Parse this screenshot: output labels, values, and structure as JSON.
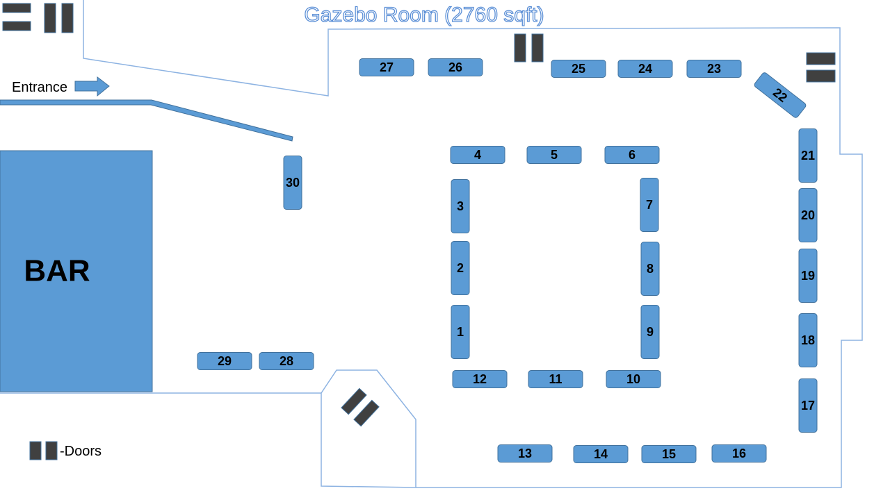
{
  "title": "Gazebo Room (2760 sqft)",
  "entrance_label": "Entrance",
  "bar_label": "BAR",
  "legend": {
    "doors_label": "-Doors"
  },
  "tables": [
    "27",
    "26",
    "25",
    "24",
    "23",
    "22",
    "21",
    "20",
    "19",
    "18",
    "17",
    "16",
    "15",
    "14",
    "13",
    "12",
    "11",
    "10",
    "9",
    "8",
    "7",
    "6",
    "5",
    "4",
    "3",
    "2",
    "1",
    "30",
    "29",
    "28"
  ],
  "colors": {
    "table": "#5b9bd5",
    "wall": "#8db3e2",
    "door": "#404040"
  }
}
